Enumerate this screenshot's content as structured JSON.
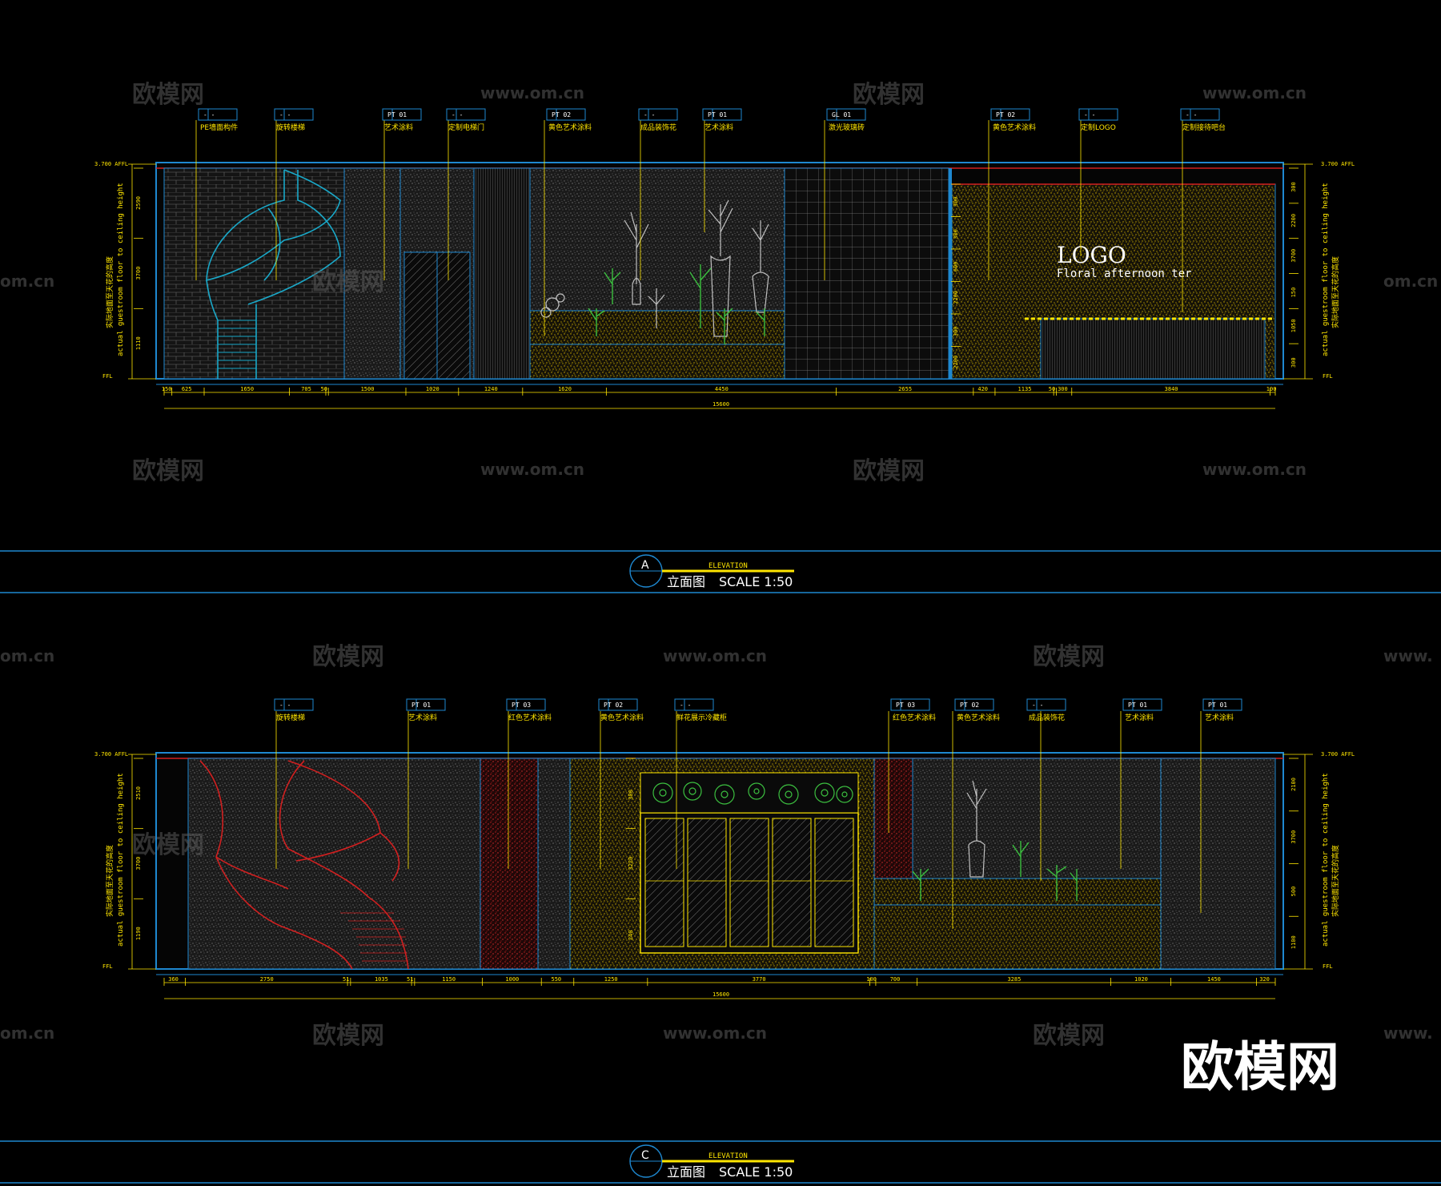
{
  "colors": {
    "background": "#000000",
    "frame_cyan": "#1e88d0",
    "wall_red": "#d02020",
    "annotation_yellow": "#ffe600",
    "hatch_yellow": "#d6b400",
    "stair_cyan": "#1aa8c8",
    "plant_green": "#3cc040"
  },
  "elevation_a": {
    "callouts": [
      {
        "code": "-  -",
        "label": "PE墙面构件"
      },
      {
        "code": "-  -",
        "label": "旋转楼梯"
      },
      {
        "code": "PT  01",
        "label": "艺术涂料"
      },
      {
        "code": "-  -",
        "label": "定制电梯门"
      },
      {
        "code": "PT  02",
        "label": "黄色艺术涂料"
      },
      {
        "code": "-  -",
        "label": "成品装饰花"
      },
      {
        "code": "PT  01",
        "label": "艺术涂料"
      },
      {
        "code": "GL  01",
        "label": "激光玻璃砖"
      },
      {
        "code": "PT  02",
        "label": "黄色艺术涂料"
      },
      {
        "code": "-  -",
        "label": "定制LOGO"
      },
      {
        "code": "-  -",
        "label": "定制接待吧台"
      }
    ],
    "level_top": "3.700 AFFL",
    "level_bottom": "FFL",
    "left_side_cn": "实际地面至天花的高度",
    "left_side_en": "actual guestroom floor to ceiling height",
    "right_side_en": "actual guestroom floor to ceiling height",
    "right_side_cn": "实际地面至天花的高度",
    "left_dims": [
      "2590",
      "3700",
      "1110"
    ],
    "right_dims": [
      "300",
      "2200",
      "3700",
      "150",
      "1050",
      "300"
    ],
    "inner_dims": [
      "300",
      "300",
      "600",
      "2200",
      "300",
      "2200"
    ],
    "bottom_dims": [
      "150",
      "625",
      "1650",
      "705",
      "50",
      "1500",
      "1020",
      "1240",
      "1620",
      "4450",
      "2655",
      "420",
      "1135",
      "50",
      "300",
      "3840",
      "100"
    ],
    "total_dim": "15600",
    "logo": "LOGO",
    "logo_sub": "Floral afternoon ter",
    "title_letter": "A",
    "title_en": "ELEVATION",
    "title_cn": "立面图",
    "title_scale": "SCALE 1:50"
  },
  "elevation_c": {
    "callouts": [
      {
        "code": "-  -",
        "label": "旋转楼梯"
      },
      {
        "code": "PT  01",
        "label": "艺术涂料"
      },
      {
        "code": "PT  03",
        "label": "红色艺术涂料"
      },
      {
        "code": "PT  02",
        "label": "黄色艺术涂料"
      },
      {
        "code": "-  -",
        "label": "鲜花展示冷藏柜"
      },
      {
        "code": "PT  03",
        "label": "红色艺术涂料"
      },
      {
        "code": "PT  02",
        "label": "黄色艺术涂料"
      },
      {
        "code": "-  -",
        "label": "成品装饰花"
      },
      {
        "code": "PT  01",
        "label": "艺术涂料"
      },
      {
        "code": "PT  01",
        "label": "艺术涂料"
      }
    ],
    "level_top": "3.700 AFFL",
    "level_bottom": "FFL",
    "left_side_cn": "实际地面至天花的高度",
    "left_side_en": "actual guestroom floor to ceiling height",
    "right_side_en": "actual guestroom floor to ceiling height",
    "right_side_cn": "实际地面至天花的高度",
    "left_dims": [
      "2510",
      "3700",
      "1190"
    ],
    "right_dims": [
      "2100",
      "3700",
      "500",
      "1100"
    ],
    "inner_dims": [
      "300",
      "3220",
      "240"
    ],
    "bottom_dims": [
      "360",
      "2750",
      "51",
      "1035",
      "51",
      "1150",
      "1000",
      "550",
      "1250",
      "3770",
      "100",
      "700",
      "3285",
      "1020",
      "1450",
      "320"
    ],
    "total_dim": "15600",
    "title_letter": "C",
    "title_en": "ELEVATION",
    "title_cn": "立面图",
    "title_scale": "SCALE 1:50"
  },
  "watermarks": {
    "brand": "欧模网",
    "url": "www.om.cn",
    "url_partial": "om.cn",
    "url_prefix": "www.",
    "big_brand": "欧模网"
  }
}
